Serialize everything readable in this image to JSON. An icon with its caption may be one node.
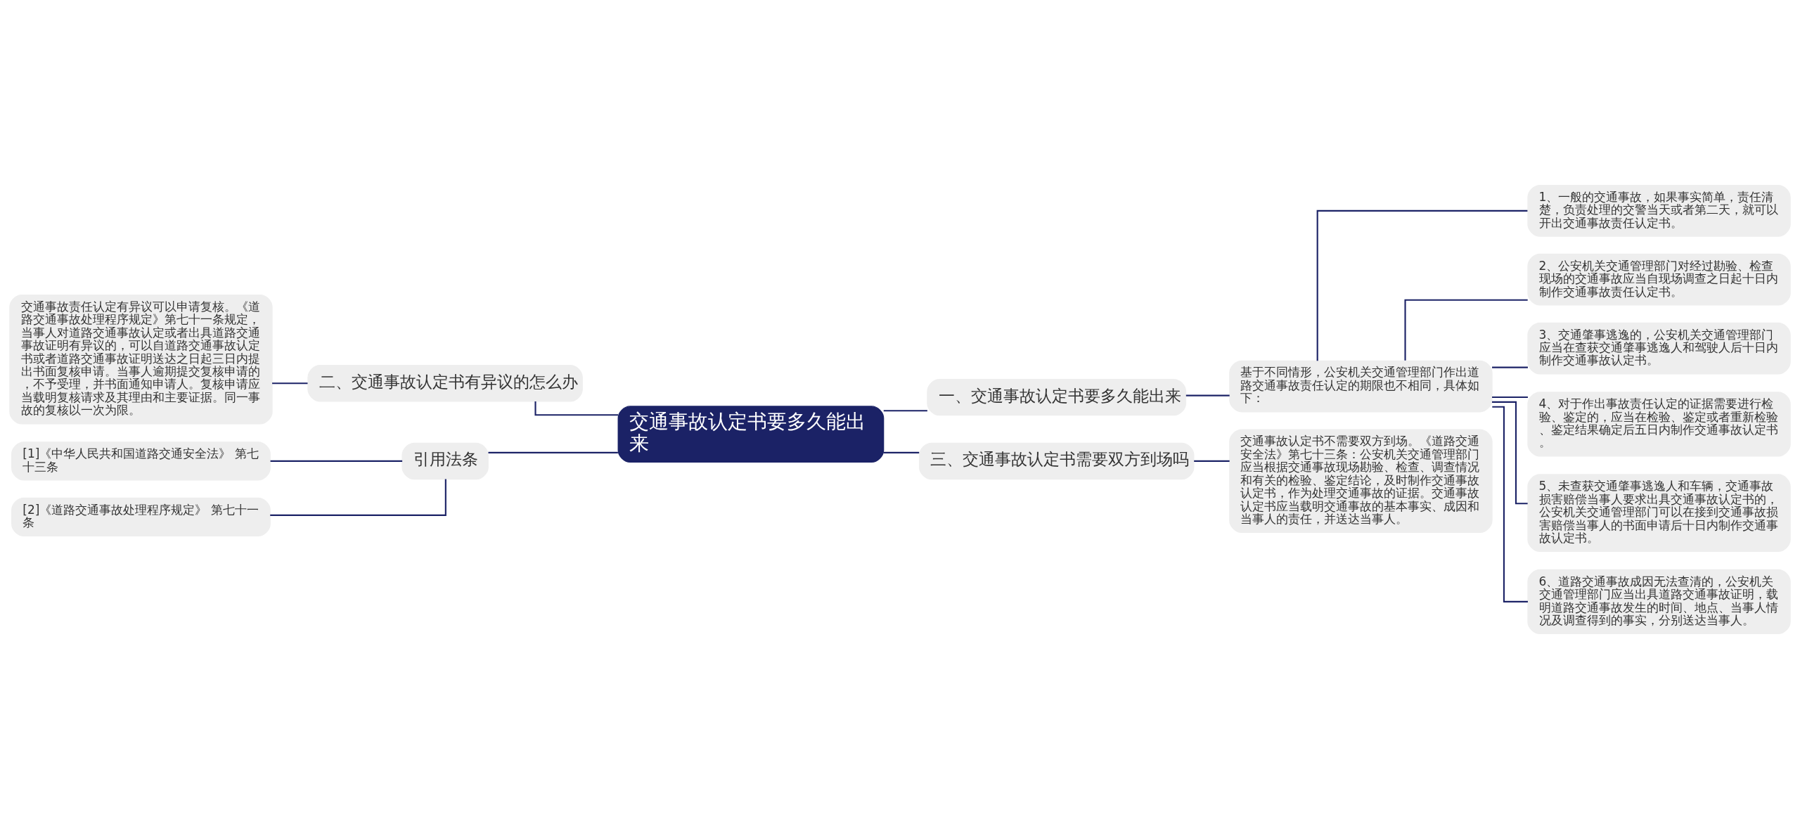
{
  "diagram": {
    "nodes": [
      {
        "text": [
          "交通事故认定书要多久能出来"
        ]
      },
      {
        "text": [
          "一、交通事故认定书要多久能出来"
        ]
      },
      {
        "text": [
          "基于不同情形，公安机关交通管理部门作出道路交通事故责任认定的期限也不相同，具体如下："
        ]
      },
      {
        "text": [
          "1、一般的交通事故，如果事实简单，责任清楚，负责处理的交警当天或者第二天，就可以开出交通事故责任认定书。"
        ]
      },
      {
        "text": [
          "2、公安机关交通管理部门对经过勘验、检查现场的交通事故应当自现场调查之日起十日内制作交通事故责任认定书。"
        ]
      },
      {
        "text": [
          "3、交通肇事逃逸的，公安机关交通管理部门应当在查获交通肇事逃逸人和驾驶人后十日内制作交通事故认定书。"
        ]
      },
      {
        "text": [
          "4、对于作出事故责任认定的证据需要进行检验、鉴定的，应当在检验、鉴定或者重新检验、鉴定结果确定后五日内制作交通事故认定书。"
        ]
      },
      {
        "text": [
          "5、未查获交通肇事逃逸人和车辆，交通事故损害赔偿当事人要求出具交通事故认定书的，公安机关交通管理部门可以在接到交通事故损害赔偿当事人的书面申请后十日内制作交通事故认定书。"
        ]
      },
      {
        "text": [
          "6、道路交通事故成因无法查清的，公安机关交通管理部门应当出具道路交通事故证明，载明道路交通事故发生的时间、地点、当事人情况及调查得到的事实，分别送达当事人。"
        ]
      },
      {
        "text": [
          "三、交通事故认定书需要双方到场吗"
        ]
      },
      {
        "text": [
          "交通事故认定书不需要双方到场。《道路交通安全法》第七十三条：公安机关交通管理部门应当根据交通事故现场勘验、检查、调查情况和有关的检验、鉴定结论，及时制作交通事故认定书，作为处理交通事故的证据。交通事故认定书应当载明交通事故的基本事实、成因和当事人的责任，并送达当事人。"
        ]
      },
      {
        "text": [
          "二、交通事故认定书有异议的怎么办"
        ]
      },
      {
        "text": [
          "交通事故责任认定有异议可以申请复核。《道路交通事故处理程序规定》第七十一条规定，当事人对道路交通事故认定或者出具道路交通事故证明有异议的，可以自道路交通事故认定书或者道路交通事故证明送达之日起三日内提出书面复核申请。当事人逾期提交复核申请的，不予受理，并书面通知申请人。复核申请应当载明复核请求及其理由和主要证据。同一事故的复核以一次为限。"
        ]
      },
      {
        "text": [
          "引用法条"
        ]
      },
      {
        "text": [
          "[1]《中华人民共和国道路交通安全法》 第七十三条"
        ]
      },
      {
        "text": [
          "[2]《道路交通事故处理程序规定》 第七十一条"
        ]
      }
    ],
    "edges": [
      {
        "from": 0,
        "to": 1,
        "arrow": "none"
      },
      {
        "from": 1,
        "to": 2,
        "arrow": "none"
      },
      {
        "from": 2,
        "to": 3,
        "arrow": "none"
      },
      {
        "from": 2,
        "to": 4,
        "arrow": "none"
      },
      {
        "from": 2,
        "to": 5,
        "arrow": "none"
      },
      {
        "from": 2,
        "to": 6,
        "arrow": "none"
      },
      {
        "from": 2,
        "to": 7,
        "arrow": "none"
      },
      {
        "from": 2,
        "to": 8,
        "arrow": "none"
      },
      {
        "from": 0,
        "to": 9,
        "arrow": "none"
      },
      {
        "from": 9,
        "to": 10,
        "arrow": "none"
      },
      {
        "from": 11,
        "to": 0,
        "arrow": "none"
      },
      {
        "from": 12,
        "to": 11,
        "arrow": "none"
      },
      {
        "from": 13,
        "to": 0,
        "arrow": "none"
      },
      {
        "from": 14,
        "to": 13,
        "arrow": "none"
      },
      {
        "from": 15,
        "to": 13,
        "arrow": "none"
      }
    ]
  }
}
